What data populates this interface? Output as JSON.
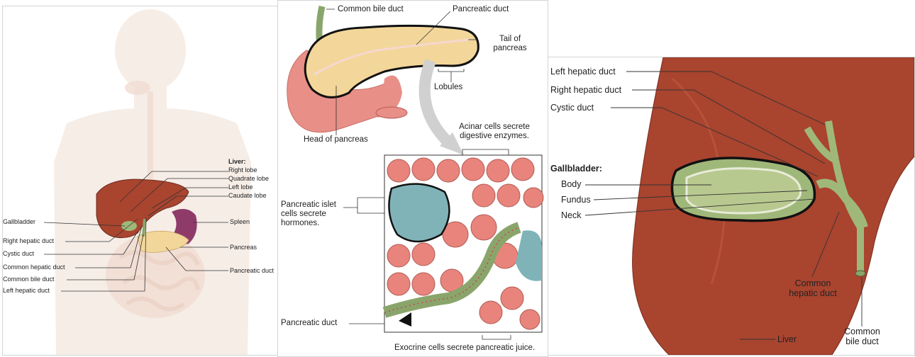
{
  "panel_liver": {
    "liver_heading": "Liver:",
    "right_lobe": "Right lobe",
    "quadrate_lobe": "Quadrate lobe",
    "left_lobe": "Left lobe",
    "caudate_lobe": "Caudate lobe",
    "gallbladder": "Gallbladder",
    "right_hepatic_duct": "Right hepatic duct",
    "cystic_duct": "Cystic duct",
    "common_hepatic_duct": "Common hepatic duct",
    "common_bile_duct": "Common bile duct",
    "left_hepatic_duct": "Left hepatic duct",
    "spleen": "Spleen",
    "pancreas": "Pancreas",
    "pancreatic_duct": "Pancreatic duct"
  },
  "panel_pancreas": {
    "common_bile_duct": "Common bile duct",
    "pancreatic_duct_top": "Pancreatic duct",
    "tail_line1": "Tail of",
    "tail_line2": "pancreas",
    "lobules": "Lobules",
    "head_of_pancreas": "Head of pancreas",
    "acinar_line1": "Acinar cells secrete",
    "acinar_line2": "digestive enzymes.",
    "islet_line1": "Pancreatic islet",
    "islet_line2": "cells secrete",
    "islet_line3": "hormones.",
    "pancreatic_duct_bottom": "Pancreatic duct",
    "exocrine": "Exocrine cells secrete pancreatic juice."
  },
  "panel_gallbladder": {
    "left_hepatic_duct": "Left hepatic duct",
    "right_hepatic_duct": "Right hepatic duct",
    "cystic_duct": "Cystic duct",
    "gallbladder_heading": "Gallbladder:",
    "body": "Body",
    "fundus": "Fundus",
    "neck": "Neck",
    "common_hepatic_line1": "Common",
    "common_hepatic_line2": "hepatic duct",
    "common_bile_line1": "Common",
    "common_bile_line2": "bile duct",
    "liver": "Liver"
  },
  "colors": {
    "liver": "#a9442f",
    "gallbladder": "#9fb87a",
    "pancreas": "#f3d69a",
    "spleen": "#8e3b6a",
    "acinar": "#e8847c",
    "islet": "#7fb3b8",
    "duct": "#8aa56b"
  }
}
